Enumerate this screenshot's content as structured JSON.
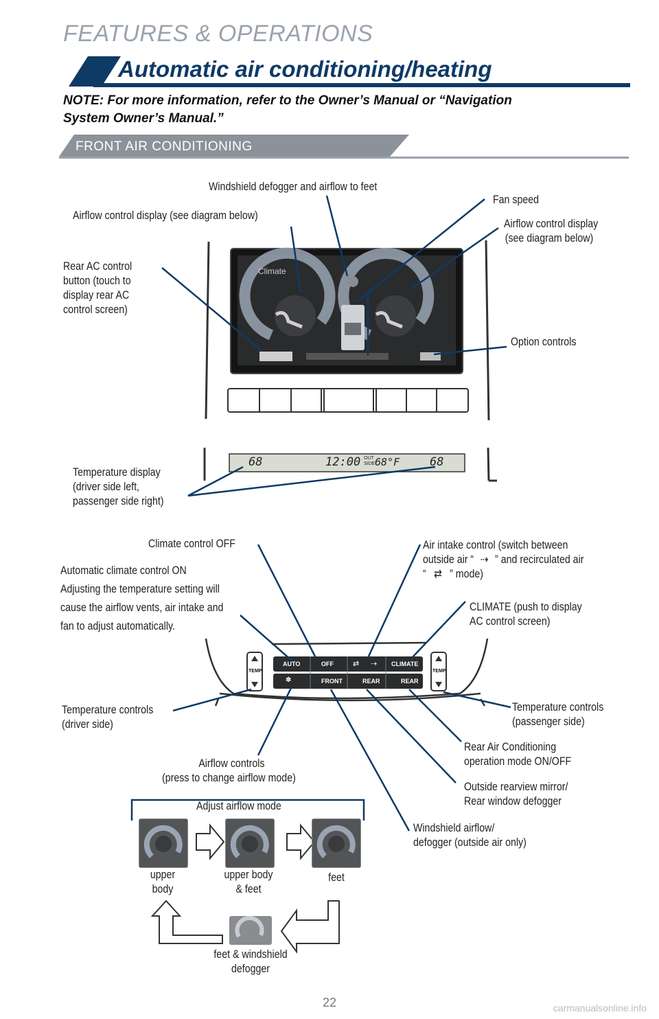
{
  "header": {
    "section": "FEATURES & OPERATIONS",
    "title": "Automatic air conditioning/heating",
    "note_line1": "NOTE: For more information, refer to the Owner’s Manual or “Navigation",
    "note_line2": "System Owner’s Manual.”",
    "subsection": "FRONT AIR CONDITIONING"
  },
  "screen_labels": {
    "windshield_defogger_feet": "Windshield defogger and airflow to feet",
    "fan_speed": "Fan speed",
    "airflow_display_left": "Airflow control display (see diagram below)",
    "airflow_display_right_1": "Airflow control display",
    "airflow_display_right_2": "(see diagram below)",
    "rear_ac_1": "Rear AC control",
    "rear_ac_2": "button (touch to",
    "rear_ac_3": "display rear AC",
    "rear_ac_4": "control screen)",
    "option_controls": "Option controls",
    "temp_display_1": "Temperature display",
    "temp_display_2": "(driver side left,",
    "temp_display_3": "passenger side right)"
  },
  "screen": {
    "title": "Climate",
    "readout_left": "68",
    "readout_time": "12:00",
    "readout_out_top": "OUT",
    "readout_out_bottom": "SIDE",
    "readout_out_temp": "68°F",
    "readout_right": "68"
  },
  "panel_labels": {
    "climate_off": "Climate control OFF",
    "air_intake_1": "Air intake control (switch between",
    "air_intake_2a": "outside air “",
    "air_intake_2b": "” and recirculated air",
    "air_intake_3a": "“",
    "air_intake_3b": "” mode)",
    "auto_on": "Automatic climate control ON",
    "auto_desc_1": "Adjusting the temperature setting will",
    "auto_desc_2": "cause the airflow vents, air intake and",
    "auto_desc_3": "fan to adjust automatically.",
    "climate_btn_1": "CLIMATE (push to display",
    "climate_btn_2": "AC control screen)",
    "temp_driver_1": "Temperature controls",
    "temp_driver_2": "(driver side)",
    "temp_pass_1": "Temperature controls",
    "temp_pass_2": "(passenger side)",
    "rear_ac_mode_1": "Rear Air Conditioning",
    "rear_ac_mode_2": "operation mode ON/OFF",
    "airflow_ctrl_1": "Airflow controls",
    "airflow_ctrl_2": "(press to change airflow mode)",
    "mirror_1": "Outside rearview mirror/",
    "mirror_2": "Rear window defogger",
    "windshield_1": "Windshield airflow/",
    "windshield_2": "defogger (outside air only)"
  },
  "panel_buttons": {
    "temp": "TEMP",
    "auto": "AUTO",
    "off": "OFF",
    "climate": "CLIMATE",
    "front": "FRONT",
    "rear_defog": "REAR",
    "rear_ac": "REAR"
  },
  "mode_diagram": {
    "heading": "Adjust airflow mode",
    "upper_body_1": "upper",
    "upper_body_2": "body",
    "upper_feet_1": "upper body",
    "upper_feet_2": "& feet",
    "feet": "feet",
    "feet_ws_1": "feet & windshield",
    "feet_ws_2": "defogger"
  },
  "footer": {
    "page_number": "22",
    "watermark": "carmanualsonline.info"
  },
  "colors": {
    "brand_blue": "#0e3a66",
    "callout_line": "#0e3a66",
    "title_bar_gray": "#c8ccd0",
    "sub_bar_gray": "#8c9299",
    "screen_bg": "#1a1a1a",
    "readout_bg": "#d8dcd2"
  },
  "icons": [
    "arrow-right-icon",
    "arrow-return-left-icon",
    "arrow-return-right-icon",
    "recirculate-car-icon",
    "outside-air-car-icon",
    "fan-icon",
    "rear-defog-icon",
    "front-defog-icon"
  ]
}
